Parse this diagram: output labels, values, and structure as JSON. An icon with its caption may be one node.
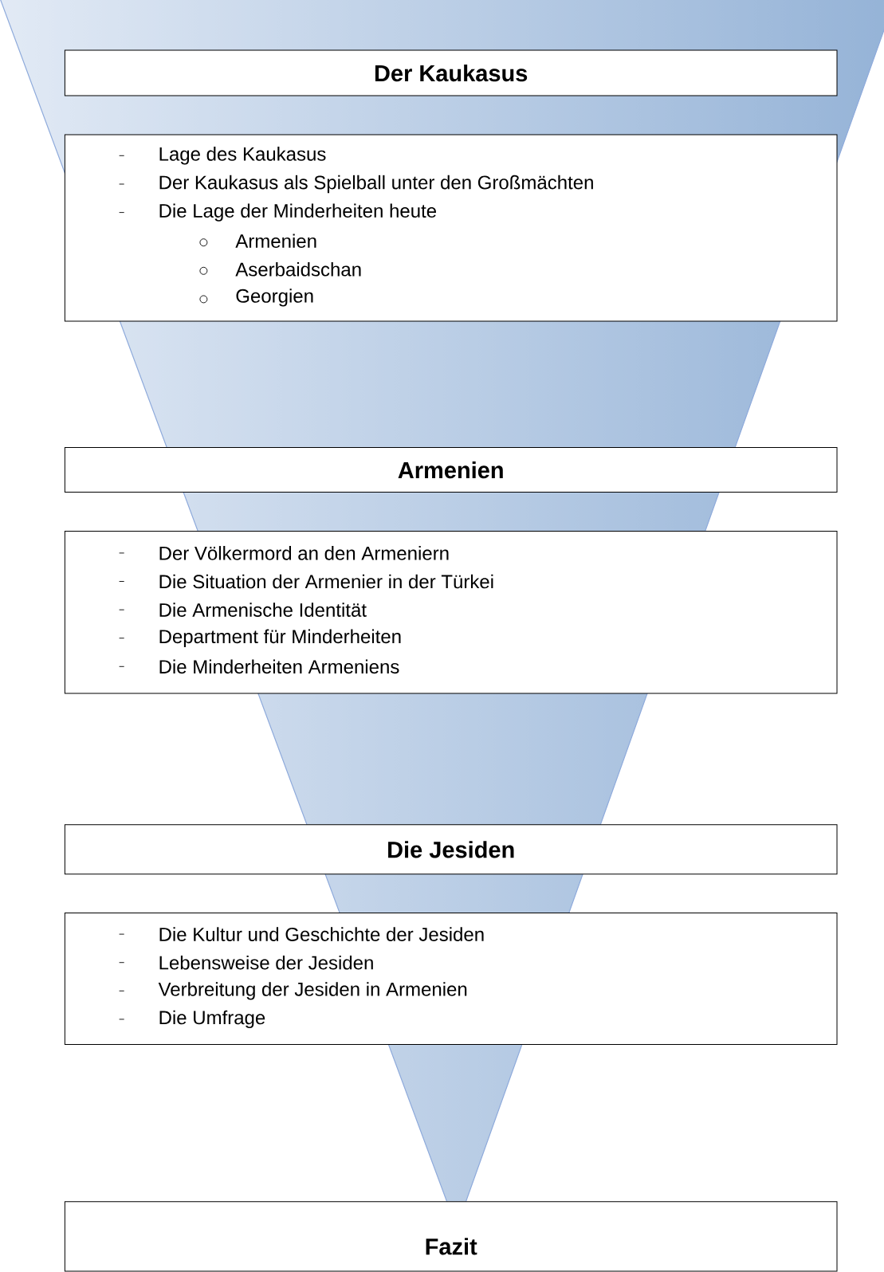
{
  "diagram": {
    "nodes": [
      {
        "text": [
          "Der Kaukasus"
        ]
      },
      {
        "text": [
          "Lage des Kaukasus",
          "Der Kaukasus als Spielball unter den Großmächten",
          "Die Lage der Minderheiten heute",
          "Armenien",
          "Aserbaidschan",
          "Georgien"
        ]
      },
      {
        "text": [
          "Armenien"
        ]
      },
      {
        "text": [
          "Der Völkermord an den Armeniern",
          "Die Situation der Armenier in der Türkei",
          "Die Armenische Identität",
          "Department für Minderheiten",
          "Die Minderheiten Armeniens"
        ]
      },
      {
        "text": [
          "Die Jesiden"
        ]
      },
      {
        "text": [
          "Die Kultur und Geschichte der Jesiden",
          "Lebensweise der Jesiden",
          "Verbreitung der Jesiden in Armenien",
          "Die Umfrage"
        ]
      },
      {
        "text": [
          "Fazit"
        ]
      }
    ],
    "edges": []
  }
}
